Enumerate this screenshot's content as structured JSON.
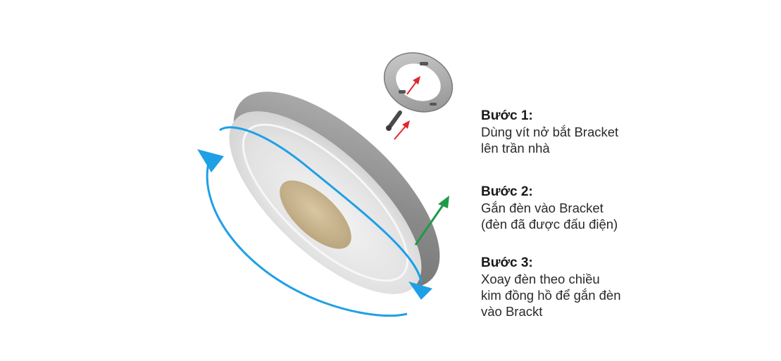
{
  "steps": [
    {
      "title": "Bước 1:",
      "lines": [
        "Dùng vít nở bắt Bracket",
        "lên trần nhà"
      ]
    },
    {
      "title": "Bước 2:",
      "lines": [
        "Gắn đèn vào Bracket",
        "(đèn đã được đấu điện)"
      ]
    },
    {
      "title": "Bước 3:",
      "lines": [
        "Xoay đèn theo chiều",
        "kim đồng hồ để gắn đèn",
        "vào Brackt"
      ]
    }
  ],
  "colors": {
    "rotation_arrow": "#1ea0e6",
    "attach_arrow": "#1f9a4a",
    "screw_arrow": "#e3262c",
    "lamp_rim": "#8c8c8c",
    "lamp_face": "#e4e4e4",
    "lamp_center": "#c9b590",
    "text": "#2a2a2a"
  },
  "icons": [
    "lamp-icon",
    "bracket-icon",
    "screw-icon",
    "rotation-arrow-icon",
    "attach-arrow-icon",
    "screw-arrow-icon"
  ]
}
